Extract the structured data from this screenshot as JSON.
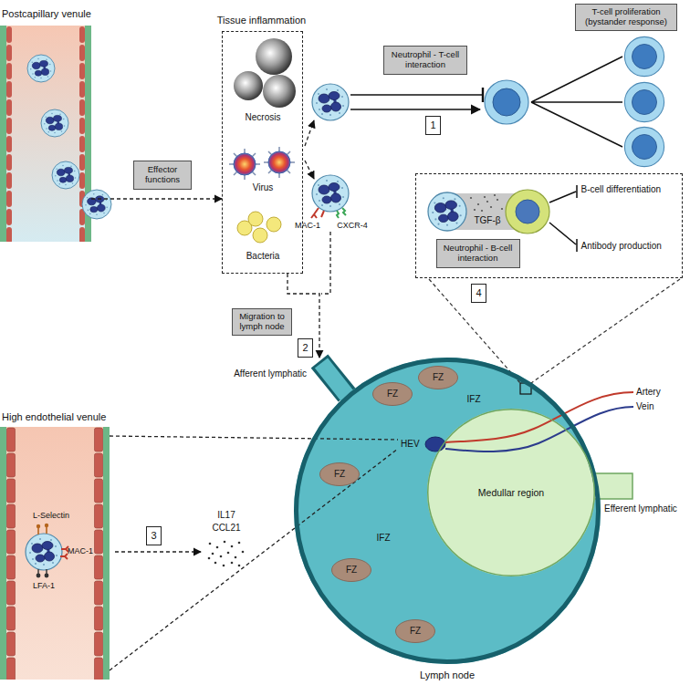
{
  "diagram": {
    "nodes": [
      {
        "text": [
          "Postcapillary venule"
        ]
      },
      {
        "text": [
          "Effector functions"
        ]
      },
      {
        "text": [
          "Tissue inflammation"
        ]
      },
      {
        "text": [
          "Neutrophil - T-cell interaction"
        ]
      },
      {
        "text": [
          "1"
        ]
      },
      {
        "text": [
          "T-cell proliferation (bystander response)"
        ]
      },
      {
        "text": [
          "B-cell differentiation",
          "Antibody production"
        ]
      },
      {
        "text": [
          "Neutrophil - B-cell interaction"
        ],
        "in": 6
      },
      {
        "text": [
          "4"
        ]
      },
      {
        "text": [
          "Migration to lymph node"
        ]
      },
      {
        "text": [
          "2"
        ]
      },
      {
        "text": [
          "High endothelial venule"
        ]
      },
      {
        "text": [
          "3"
        ]
      },
      {
        "text": [
          "Lymph node"
        ]
      },
      {
        "text": [
          "HEV"
        ],
        "in": 13
      },
      {
        "text": [
          "Medullar region"
        ],
        "in": 13
      },
      {
        "text": [
          "FZ"
        ],
        "in": 13
      },
      {
        "text": [
          "FZ"
        ],
        "in": 13
      },
      {
        "text": [
          "FZ"
        ],
        "in": 13
      },
      {
        "text": [
          "FZ"
        ],
        "in": 13
      },
      {
        "text": [
          "FZ"
        ],
        "in": 13
      }
    ],
    "edges": [
      {
        "from": 0,
        "to": 2,
        "arrow": "to"
      },
      {
        "from": 2,
        "to": 13,
        "arrow": "to"
      },
      {
        "from": 11,
        "to": 14,
        "arrow": "none"
      },
      {
        "from": 11,
        "to": 14,
        "arrow": "none"
      }
    ],
    "labels": [
      "Necrosis",
      "Virus",
      "Bacteria",
      "MAC-1",
      "CXCR-4",
      "TGF-β",
      "L-Selectin",
      "MAC-1",
      "LFA-1",
      "IL17",
      "CCL21",
      "Afferent lymphatic",
      "IFZ",
      "IFZ",
      "Artery",
      "Vein",
      "Efferent lymphatic"
    ]
  }
}
